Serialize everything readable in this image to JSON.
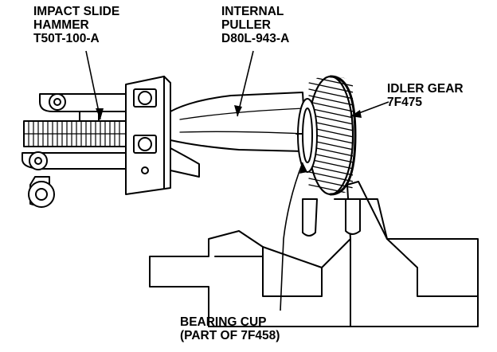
{
  "labels": {
    "hammer": {
      "line1": "IMPACT SLIDE",
      "line2": "HAMMER",
      "line3": "T50T-100-A"
    },
    "puller": {
      "line1": "INTERNAL",
      "line2": "PULLER",
      "line3": "D80L-943-A"
    },
    "idler": {
      "line1": "IDLER GEAR",
      "line2": "7F475"
    },
    "cup": {
      "line1": "BEARING CUP",
      "line2": "(PART OF 7F458)"
    }
  },
  "colors": {
    "ink": "#000000",
    "paper": "#ffffff"
  }
}
